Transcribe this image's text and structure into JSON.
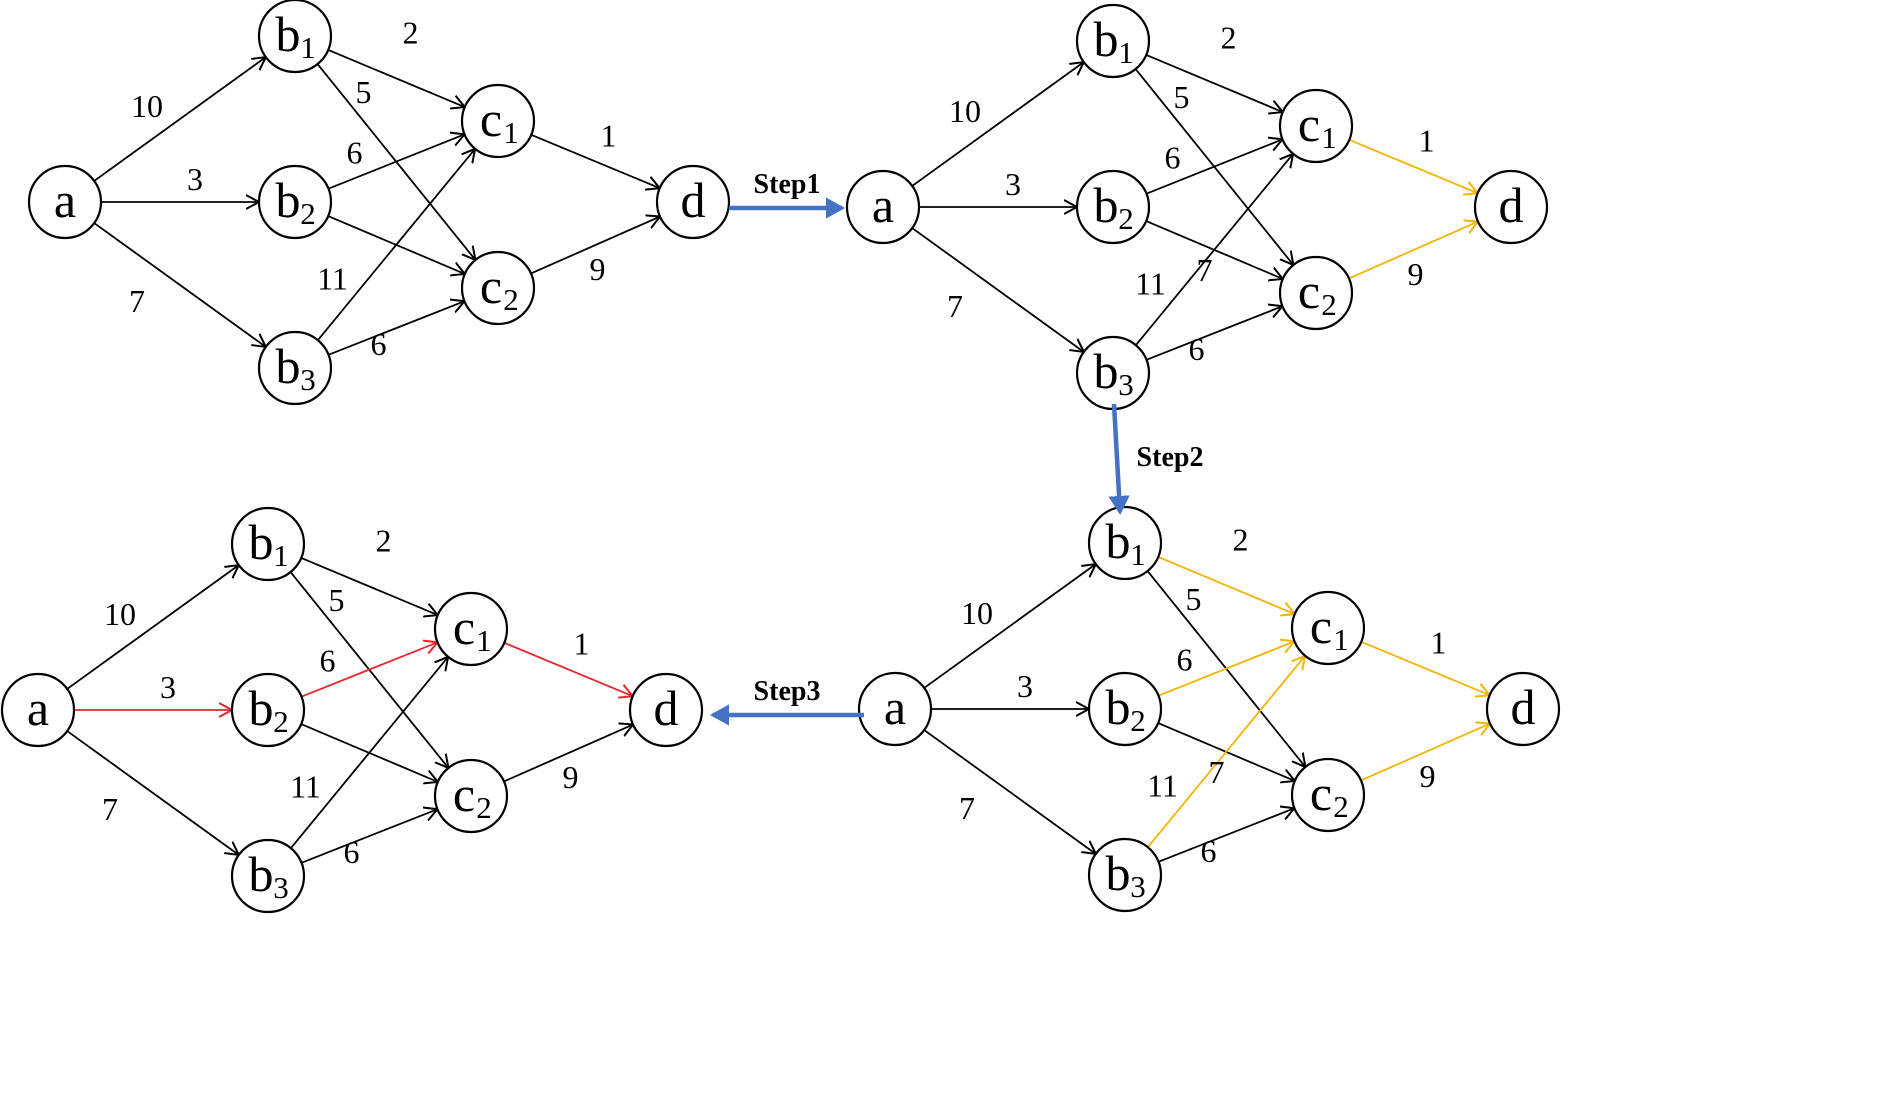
{
  "colors": {
    "default_edge": "#000000",
    "yellow_edge": "#F5B400",
    "red_edge": "#E8262B",
    "step_arrow": "#4472C4"
  },
  "diagram": {
    "nodes": [
      {
        "id": "a",
        "letter": "a",
        "sub": ""
      },
      {
        "id": "b1",
        "letter": "b",
        "sub": "1"
      },
      {
        "id": "b2",
        "letter": "b",
        "sub": "2"
      },
      {
        "id": "b3",
        "letter": "b",
        "sub": "3"
      },
      {
        "id": "c1",
        "letter": "c",
        "sub": "1"
      },
      {
        "id": "c2",
        "letter": "c",
        "sub": "2"
      },
      {
        "id": "d",
        "letter": "d",
        "sub": ""
      }
    ],
    "edges": [
      {
        "id": "a-b1",
        "from": "a",
        "to": "b1",
        "weight": "10"
      },
      {
        "id": "a-b2",
        "from": "a",
        "to": "b2",
        "weight": "3"
      },
      {
        "id": "a-b3",
        "from": "a",
        "to": "b3",
        "weight": "7"
      },
      {
        "id": "b1-c1",
        "from": "b1",
        "to": "c1",
        "weight": "2"
      },
      {
        "id": "b1-c2",
        "from": "b1",
        "to": "c2",
        "weight": "5"
      },
      {
        "id": "b2-c1",
        "from": "b2",
        "to": "c1",
        "weight": "6"
      },
      {
        "id": "b2-c2",
        "from": "b2",
        "to": "c2",
        "weight": "7"
      },
      {
        "id": "b3-c1",
        "from": "b3",
        "to": "c1",
        "weight": "11"
      },
      {
        "id": "b3-c2",
        "from": "b3",
        "to": "c2",
        "weight": "6"
      },
      {
        "id": "c1-d",
        "from": "c1",
        "to": "d",
        "weight": "1"
      },
      {
        "id": "c2-d",
        "from": "c2",
        "to": "d",
        "weight": "9"
      }
    ],
    "panels": [
      {
        "id": "initial",
        "highlight": "none",
        "hidden_weights": [
          "b2-c2"
        ],
        "highlighted_edges": []
      },
      {
        "id": "after-step1",
        "highlight": "yellow",
        "hidden_weights": [],
        "highlighted_edges": [
          "c1-d",
          "c2-d"
        ]
      },
      {
        "id": "after-step2",
        "highlight": "yellow",
        "hidden_weights": [],
        "highlighted_edges": [
          "b1-c1",
          "b2-c1",
          "b3-c1",
          "c1-d",
          "c2-d"
        ]
      },
      {
        "id": "after-step3",
        "highlight": "red",
        "hidden_weights": [
          "b2-c2"
        ],
        "highlighted_edges": [
          "a-b2",
          "b2-c1",
          "c1-d"
        ]
      }
    ],
    "steps": [
      {
        "id": "step1",
        "label": "Step1",
        "from_panel": "initial",
        "to_panel": "after-step1"
      },
      {
        "id": "step2",
        "label": "Step2",
        "from_panel": "after-step1",
        "to_panel": "after-step2"
      },
      {
        "id": "step3",
        "label": "Step3",
        "from_panel": "after-step2",
        "to_panel": "after-step3"
      }
    ]
  }
}
